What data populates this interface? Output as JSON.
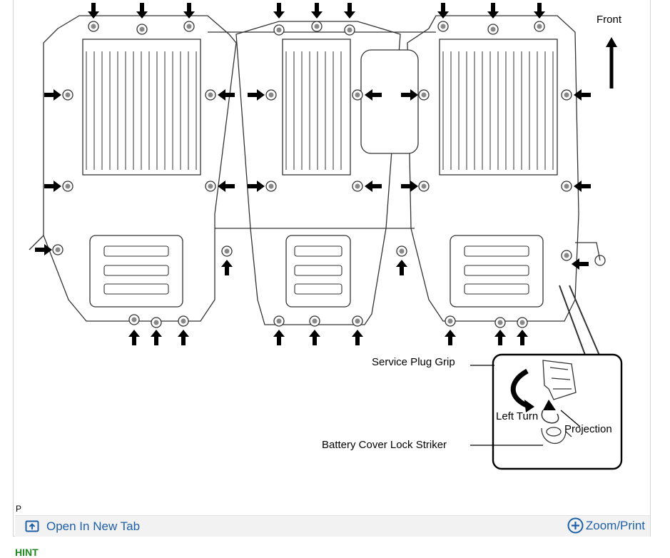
{
  "diagram": {
    "front_label": "Front",
    "service_plug_label": "Service Plug Grip",
    "left_turn_label": "Left Turn",
    "projection_label": "Projection",
    "lock_striker_label": "Battery Cover Lock Striker"
  },
  "figure_tag": "P",
  "toolbar": {
    "open_label": "Open In New Tab",
    "zoom_label": "Zoom/Print"
  },
  "hint_label": "HINT",
  "colors": {
    "link": "#1f5fa8",
    "hint": "#1e8a1e"
  },
  "icons": {
    "open": "open-new-tab-icon",
    "zoom": "zoom-plus-icon"
  }
}
